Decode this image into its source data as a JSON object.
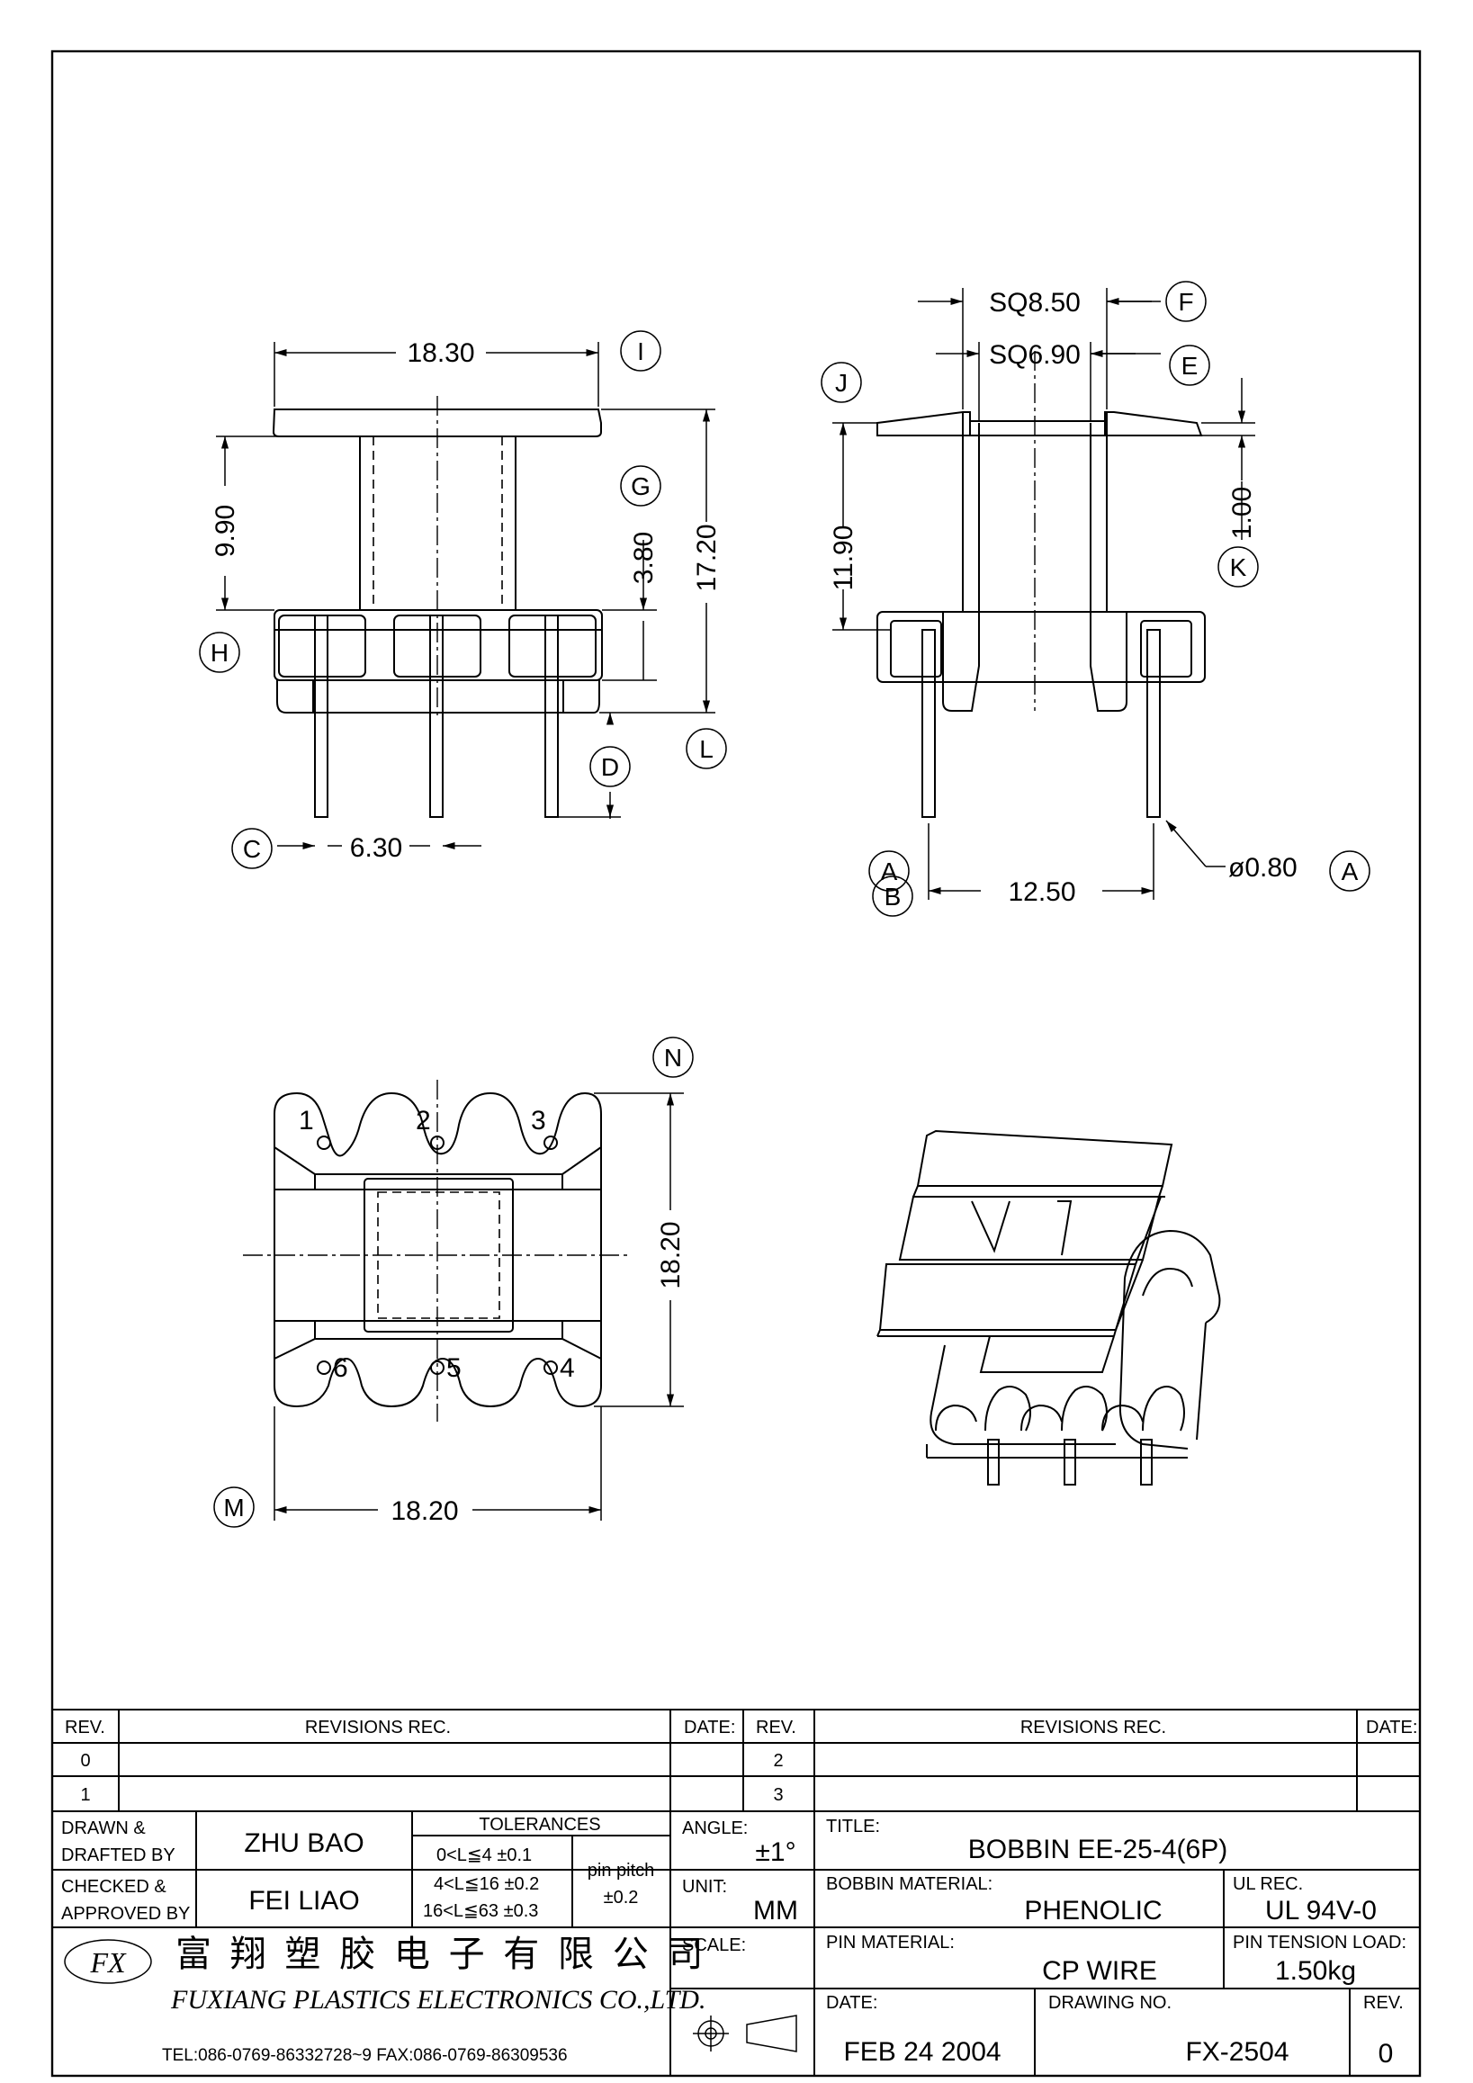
{
  "drawing": {
    "dimensions": {
      "d_18_30": "18.30",
      "d_9_90": "9.90",
      "d_3_80": "3.80",
      "d_17_20": "17.20",
      "d_6_30": "6.30",
      "d_sq8_50": "SQ8.50",
      "d_sq6_90": "SQ6.90",
      "d_11_90": "11.90",
      "d_1_00": "1.00",
      "d_12_50": "12.50",
      "d_phi0_80": "ø0.80",
      "d_18_20_v": "18.20",
      "d_18_20_h": "18.20"
    },
    "callouts": {
      "a": "A",
      "b": "B",
      "c": "C",
      "d": "D",
      "e": "E",
      "f": "F",
      "g": "G",
      "h": "H",
      "i": "I",
      "j": "J",
      "k": "K",
      "l": "L",
      "m": "M",
      "n": "N"
    },
    "pins": {
      "p1": "1",
      "p2": "2",
      "p3": "3",
      "p4": "4",
      "p5": "5",
      "p6": "6"
    }
  },
  "title_block": {
    "rev_header": "REV.",
    "revisions_header": "REVISIONS    REC.",
    "date_header": "DATE:",
    "rev_rows_left": [
      "0",
      "1"
    ],
    "rev_rows_right": [
      "2",
      "3"
    ],
    "drawn_label_1": "DRAWN  &",
    "drawn_label_2": "DRAFTED BY",
    "drawn_value": "ZHU   BAO",
    "checked_label_1": "CHECKED  &",
    "checked_label_2": "APPROVED BY",
    "checked_value": "FEI LIAO",
    "tolerances_header": "TOLERANCES",
    "tol_1": "0<L≦4    ±0.1",
    "tol_2": "4<L≦16  ±0.2",
    "tol_3": "16<L≦63  ±0.3",
    "pin_pitch_label": "pin  pitch",
    "pin_pitch_value": "±0.2",
    "angle_label": "ANGLE:",
    "angle_value": "±1°",
    "unit_label": "UNIT:",
    "unit_value": "MM",
    "scale_label": "SCALE:",
    "title_label": "TITLE:",
    "title_value": "BOBBIN  EE-25-4(6P)",
    "bobbin_material_label": "BOBBIN  MATERIAL:",
    "bobbin_material_value": "PHENOLIC",
    "ul_label": "UL  REC.",
    "ul_value": "UL  94V-0",
    "pin_material_label": "PIN  MATERIAL:",
    "pin_material_value": "CP  WIRE",
    "pin_tension_label": "PIN  TENSION  LOAD:",
    "pin_tension_value": "1.50kg",
    "date_label": "DATE:",
    "date_value": "FEB  24  2004",
    "drawing_no_label": "DRAWING  NO.",
    "drawing_no_value": "FX-2504",
    "rev_label": "REV.",
    "rev_value": "0",
    "company_cn": "富 翔 塑 胶 电 子 有 限 公 司",
    "company_en": "FUXIANG  PLASTICS  ELECTRONICS  CO.,LTD.",
    "company_tel": "TEL:086-0769-86332728~9   FAX:086-0769-86309536",
    "logo_text": "FX"
  }
}
